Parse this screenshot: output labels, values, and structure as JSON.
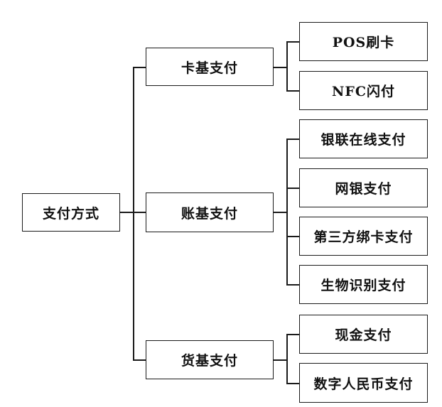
{
  "root": {
    "label": "支付方式"
  },
  "branches": [
    {
      "label": "卡基支付",
      "children": [
        "POS刷卡",
        "NFC闪付"
      ]
    },
    {
      "label": "账基支付",
      "children": [
        "银联在线支付",
        "网银支付",
        "第三方绑卡支付",
        "生物识别支付"
      ]
    },
    {
      "label": "货基支付",
      "children": [
        "现金支付",
        "数字人民币支付"
      ]
    }
  ],
  "colors": {
    "line": "#1a1a1a",
    "background": "#ffffff",
    "text": "#111111"
  }
}
